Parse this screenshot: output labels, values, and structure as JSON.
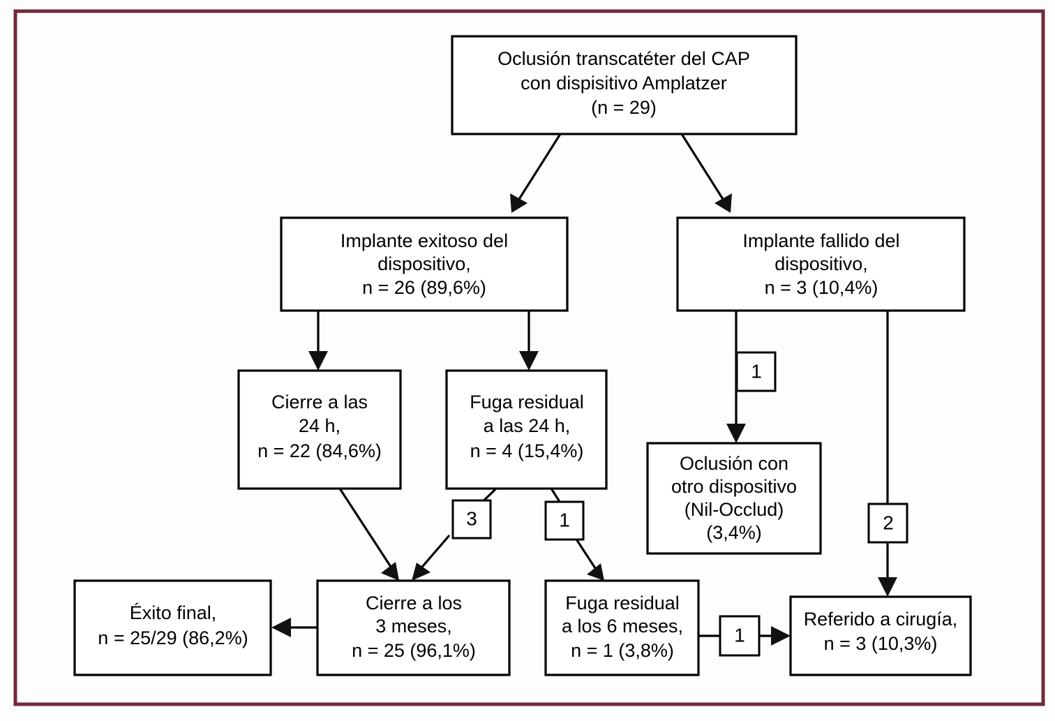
{
  "figure": {
    "type": "flowchart",
    "language": "es",
    "frame_color": "#702a3b",
    "node_border_color": "#000000",
    "background_color": "#ffffff",
    "nodes": [
      {
        "id": "root",
        "name": "transcatheter-occlusion",
        "lines": [
          "Oclusión transcatéter del CAP",
          "con dispisitivo Amplatzer",
          "(n = 29)"
        ]
      },
      {
        "id": "success",
        "name": "successful-implant",
        "lines": [
          "Implante exitoso del",
          "dispositivo,",
          "n = 26 (89,6%)"
        ]
      },
      {
        "id": "failure",
        "name": "failed-implant",
        "lines": [
          "Implante fallido del",
          "dispositivo,",
          "n = 3 (10,4%)"
        ]
      },
      {
        "id": "closure24",
        "name": "closure-24h",
        "lines": [
          "Cierre a las",
          "24 h,",
          "n = 22 (84,6%)"
        ]
      },
      {
        "id": "leak24",
        "name": "residual-leak-24h",
        "lines": [
          "Fuga residual",
          "a las 24 h,",
          "n = 4 (15,4%)"
        ]
      },
      {
        "id": "otherdevice",
        "name": "occlusion-other-device",
        "lines": [
          "Oclusión con",
          "otro dispositivo",
          "(Nil-Occlud)",
          "(3,4%)"
        ]
      },
      {
        "id": "finalsuccess",
        "name": "final-success",
        "lines": [
          "Éxito final,",
          "n = 25/29 (86,2%)"
        ]
      },
      {
        "id": "closure3m",
        "name": "closure-3-months",
        "lines": [
          "Cierre a los",
          "3 meses,",
          "n = 25 (96,1%)"
        ]
      },
      {
        "id": "leak6m",
        "name": "residual-leak-6-months",
        "lines": [
          "Fuga residual",
          "a los 6 meses,",
          "n = 1 (3,8%)"
        ]
      },
      {
        "id": "surgery",
        "name": "referred-to-surgery",
        "lines": [
          "Referido a cirugía,",
          "n = 3 (10,3%)"
        ]
      }
    ],
    "edge_labels": [
      {
        "id": "tag_failure_other",
        "value": "1"
      },
      {
        "id": "tag_failure_surgery",
        "value": "2"
      },
      {
        "id": "tag_leak24_closure3m",
        "value": "3"
      },
      {
        "id": "tag_leak24_leak6m",
        "value": "1"
      },
      {
        "id": "tag_leak6m_surgery",
        "value": "1"
      }
    ]
  }
}
